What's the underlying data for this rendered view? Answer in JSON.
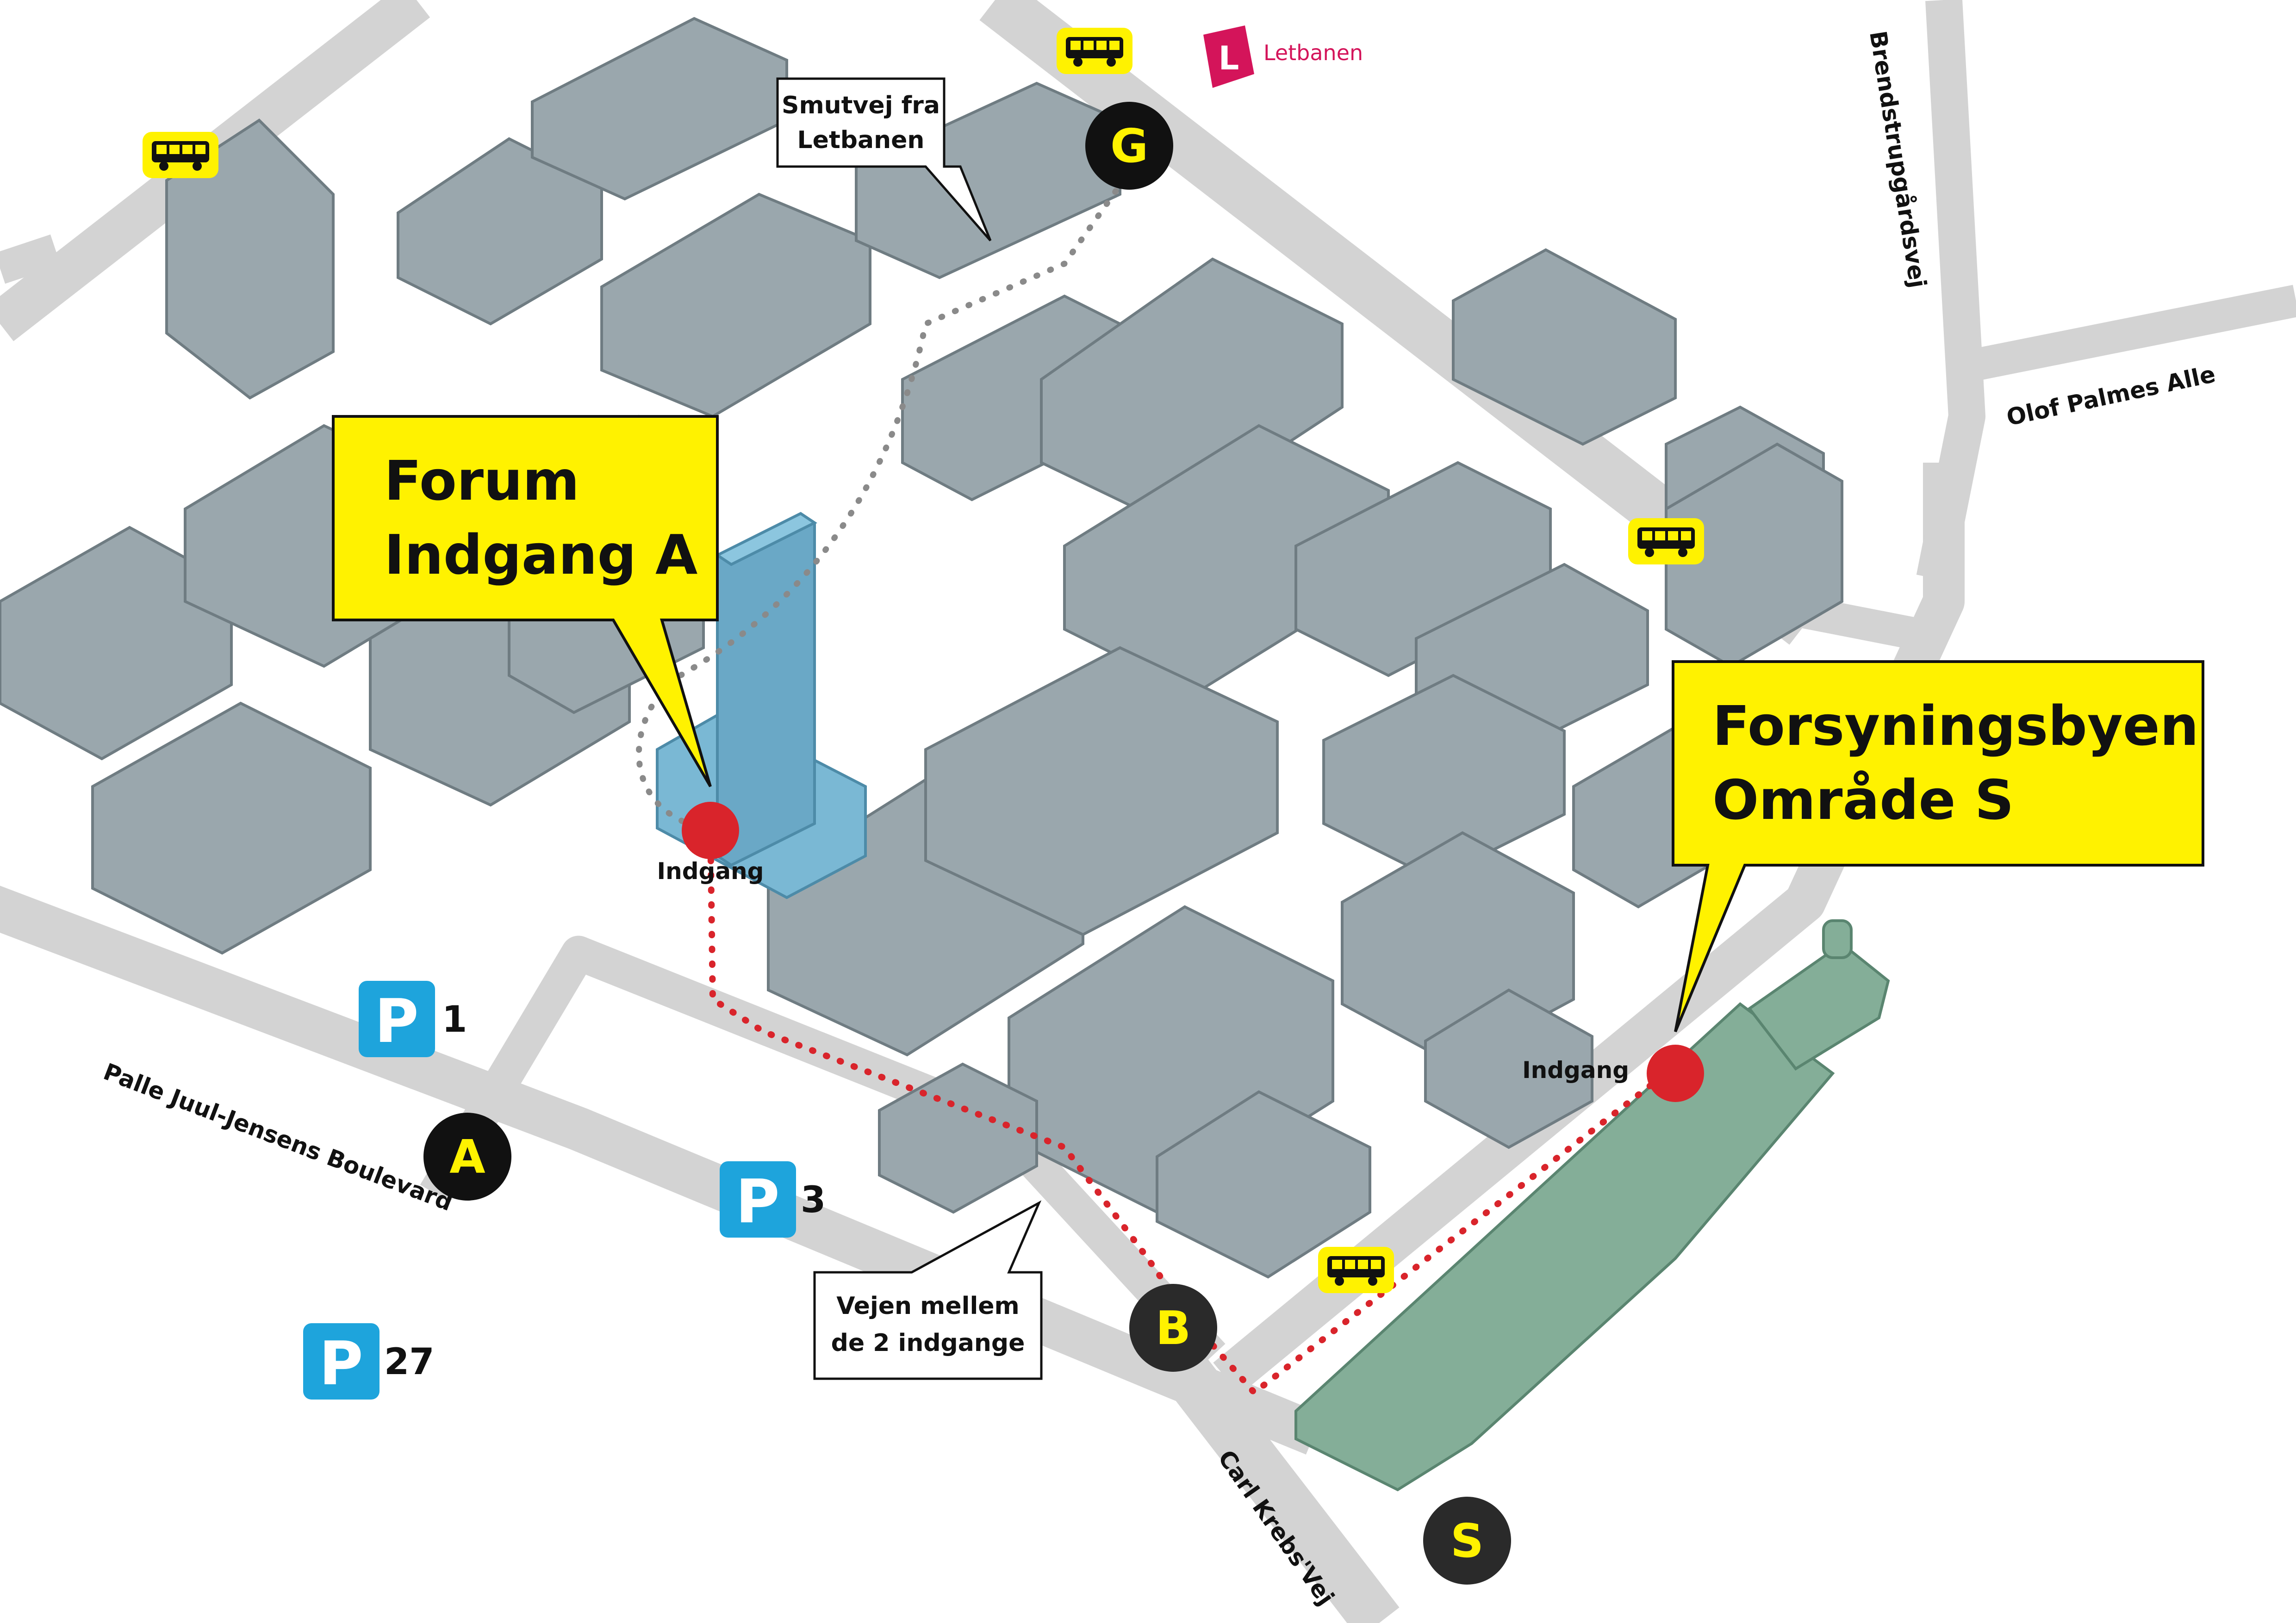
{
  "roads": {
    "palle": "Palle Juul-Jensens Boulevard",
    "brendstrup": "Brendstrupgårdsvej",
    "olof": "Olof Palmes Alle",
    "carl": "Carl Krebs'Vej"
  },
  "callouts": {
    "forum": {
      "line1": "Forum",
      "line2": "Indgang A"
    },
    "forsyning": {
      "line1": "Forsyningsbyen",
      "line2": "Område S"
    }
  },
  "notes": {
    "smutvej": {
      "line1": "Smutvej fra",
      "line2": "Letbanen"
    },
    "vejen": {
      "line1": "Vejen mellem",
      "line2": "de 2 indgange"
    }
  },
  "entrances": {
    "label": "Indgang"
  },
  "badges": {
    "a": "A",
    "b": "B",
    "g": "G",
    "s": "S"
  },
  "parking": {
    "letter": "P",
    "p1": "1",
    "p3": "3",
    "p27": "27"
  },
  "letbanen": {
    "name": "Letbanen",
    "icon": "L"
  },
  "icons": {
    "bus": "bus-icon",
    "letbanen": "letbanen-logo-icon"
  },
  "colors": {
    "callout": "#fff200",
    "building": "#9aa7ad",
    "forum_building": "#7ab8d4",
    "forsyning_building": "#84ae98",
    "road": "#d3d3d3",
    "route": "#d9242b",
    "parking": "#1ea4dc",
    "badge": "#111111",
    "badge_text": "#fff200",
    "letbanen": "#d4145a"
  }
}
